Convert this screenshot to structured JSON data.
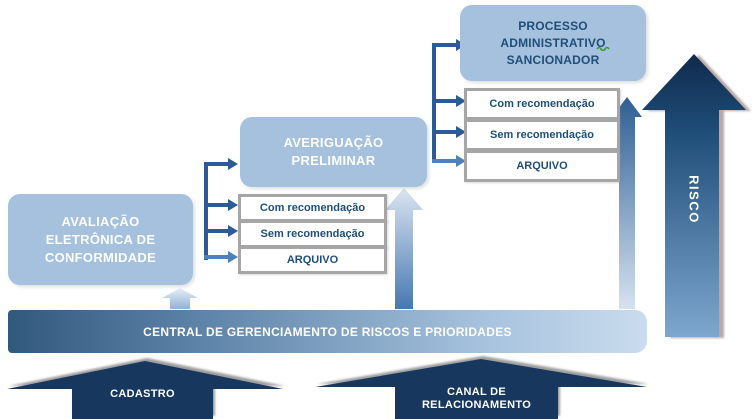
{
  "diagram": {
    "title_hint": "risk management flow diagram",
    "boxes": {
      "processo": {
        "label": "PROCESSO\nADMINISTRATIVO\nSANCIONADOR"
      },
      "averiguacao": {
        "label": "AVERIGUAÇÃO\nPRELIMINAR"
      },
      "avaliacao": {
        "label": "AVALIAÇÃO\nELETRÔNICA DE\nCONFORMIDADE"
      }
    },
    "outcomes_top": [
      "Com recomendação",
      "Sem recomendação",
      "ARQUIVO"
    ],
    "outcomes_middle": [
      "Com recomendação",
      "Sem recomendação",
      "ARQUIVO"
    ],
    "central_bar": {
      "label": "CENTRAL DE GERENCIAMENTO DE RISCOS E PRIORIDADES"
    },
    "bottom_arrows": {
      "cadastro": {
        "label": "CADASTRO"
      },
      "canal": {
        "label": "CANAL DE\nRELACIONAMENTO"
      }
    },
    "risk_arrow": {
      "label": "RISCO"
    },
    "colors": {
      "stage_box_fill": "#a6c1dd",
      "navy_text": "#1f4e79",
      "white_box_border": "#a6a6a6",
      "connector_blue": "#2d5b97",
      "connector_light_blue": "#4f81bd",
      "bottom_arrow_navy": "#17375e",
      "bar_gradient_left": "#31587d",
      "bar_gradient_right": "#cadcee",
      "risk_gradient_top": "#102a4c",
      "risk_gradient_bottom": "#7ea7cf",
      "squiggle_green": "#3a9d3a"
    }
  }
}
